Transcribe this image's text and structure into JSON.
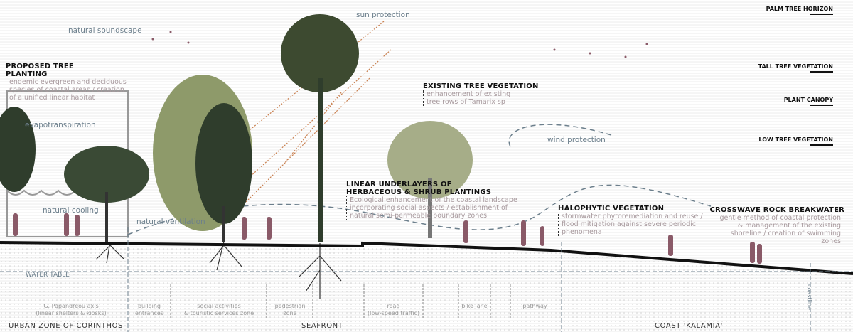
{
  "horizons": [
    "PALM TREE HORIZON",
    "TALL TREE VEGETATION",
    "PLANT CANOPY",
    "LOW TREE VEGETATION"
  ],
  "effects": {
    "soundscape": "natural soundscape",
    "sun": "sun protection",
    "evapo": "evapotranspiration",
    "cooling": "natural cooling",
    "ventilation": "natural ventilation",
    "wind": "wind protection"
  },
  "annotations": {
    "proposed": {
      "title1": "PROPOSED TREE",
      "title2": "PLANTING",
      "l1": "endemic evergreen and deciduous",
      "l2": "species of coastal areas / creation",
      "l3": "of a unified linear habitat"
    },
    "existing": {
      "title": "EXISTING TREE VEGETATION",
      "l1": "enhancement of existing",
      "l2": "tree rows of Tamarix sp"
    },
    "underlayers": {
      "title1": "LINEAR UNDERLAYERS OF",
      "title2": "HERBACEOUS & SHRUB PLANTINGS",
      "l1": "Ecological enhancement of the coastal landscape",
      "l2": "incorporating social aspects / establishment of",
      "l3": "natural semi-permeable boundary zones"
    },
    "halophytic": {
      "title": "HALOPHYTIC VEGETATION",
      "l1": "stormwater phytoremediation and reuse /",
      "l2": "flood mitigation against severe periodic",
      "l3": "phenomena"
    },
    "breakwater": {
      "title": "CROSSWAVE ROCK BREAKWATER",
      "l1": "gentle method of coastal protection",
      "l2": "& management of the existing",
      "l3": "shoreline / creation of swimming",
      "l4": "zones"
    }
  },
  "water_table": "WATER TABLE",
  "coastline": "coastline",
  "subzones": [
    {
      "l1": "G. Papandreou axis",
      "l2": "(linear shelters & kiosks)"
    },
    {
      "l1": "building",
      "l2": "entrances"
    },
    {
      "l1": "social activities",
      "l2": "& touristic services zone"
    },
    {
      "l1": "pedestrian",
      "l2": "zone"
    },
    {
      "l1": "road",
      "l2": "(low-speed traffic)"
    },
    {
      "l1": "bike lane",
      "l2": ""
    },
    {
      "l1": "pathway",
      "l2": ""
    }
  ],
  "zones": [
    "URBAN ZONE OF CORINTHOS",
    "SEAFRONT",
    "COAST 'KALAMIA'"
  ],
  "colors": {
    "foliage": "#8e9a6a",
    "dark_foliage": "#2f3d2c",
    "figure": "#8a5a68",
    "ground": "#111111",
    "accent": "#6c7f8c"
  }
}
